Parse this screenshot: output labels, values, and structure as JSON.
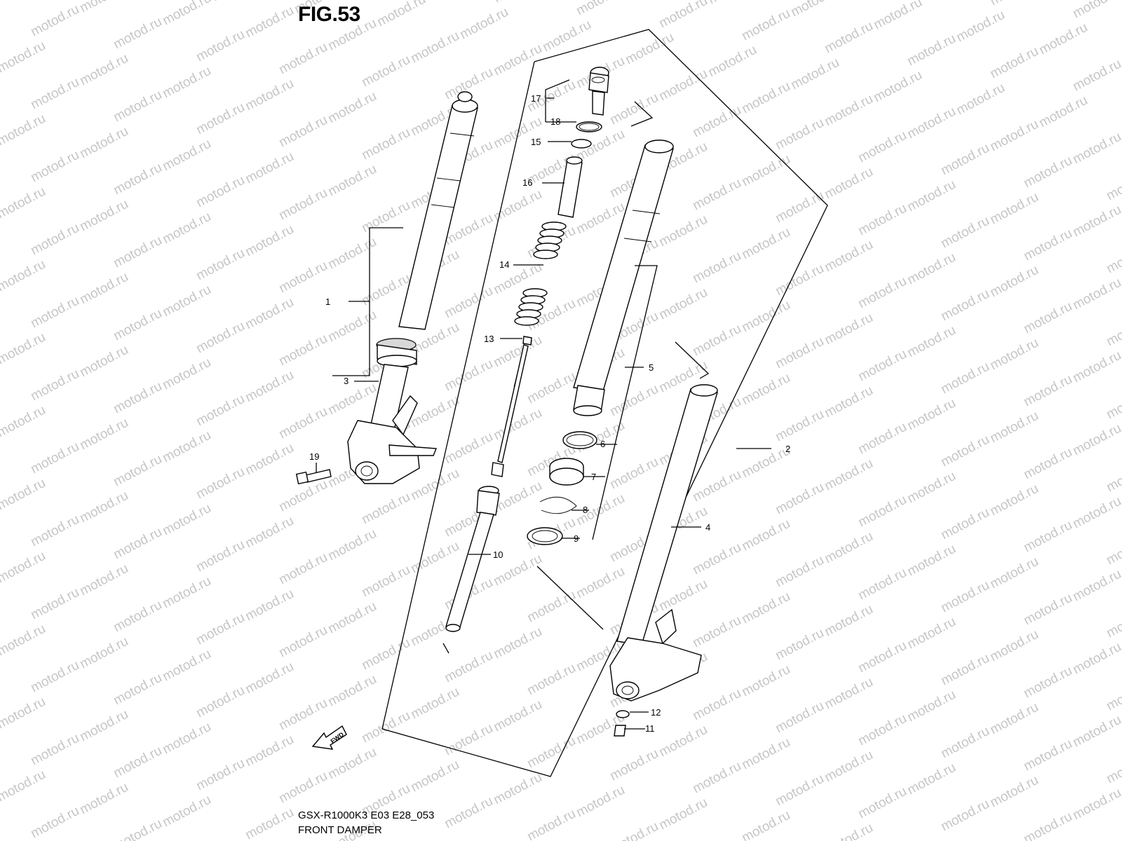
{
  "figure": {
    "title": "FIG.53",
    "model_code": "GSX-R1000K3 E03 E28_053",
    "name": "FRONT DAMPER"
  },
  "watermark": {
    "text": "motod.ru"
  },
  "direction_marker": {
    "text": "FWD",
    "icon": "forward-arrow-icon"
  },
  "parts": [
    {
      "ref": "1"
    },
    {
      "ref": "2"
    },
    {
      "ref": "3"
    },
    {
      "ref": "4"
    },
    {
      "ref": "5"
    },
    {
      "ref": "6"
    },
    {
      "ref": "7"
    },
    {
      "ref": "8"
    },
    {
      "ref": "9"
    },
    {
      "ref": "10"
    },
    {
      "ref": "11"
    },
    {
      "ref": "12"
    },
    {
      "ref": "13"
    },
    {
      "ref": "14"
    },
    {
      "ref": "15"
    },
    {
      "ref": "16"
    },
    {
      "ref": "17"
    },
    {
      "ref": "18"
    },
    {
      "ref": "19"
    }
  ]
}
